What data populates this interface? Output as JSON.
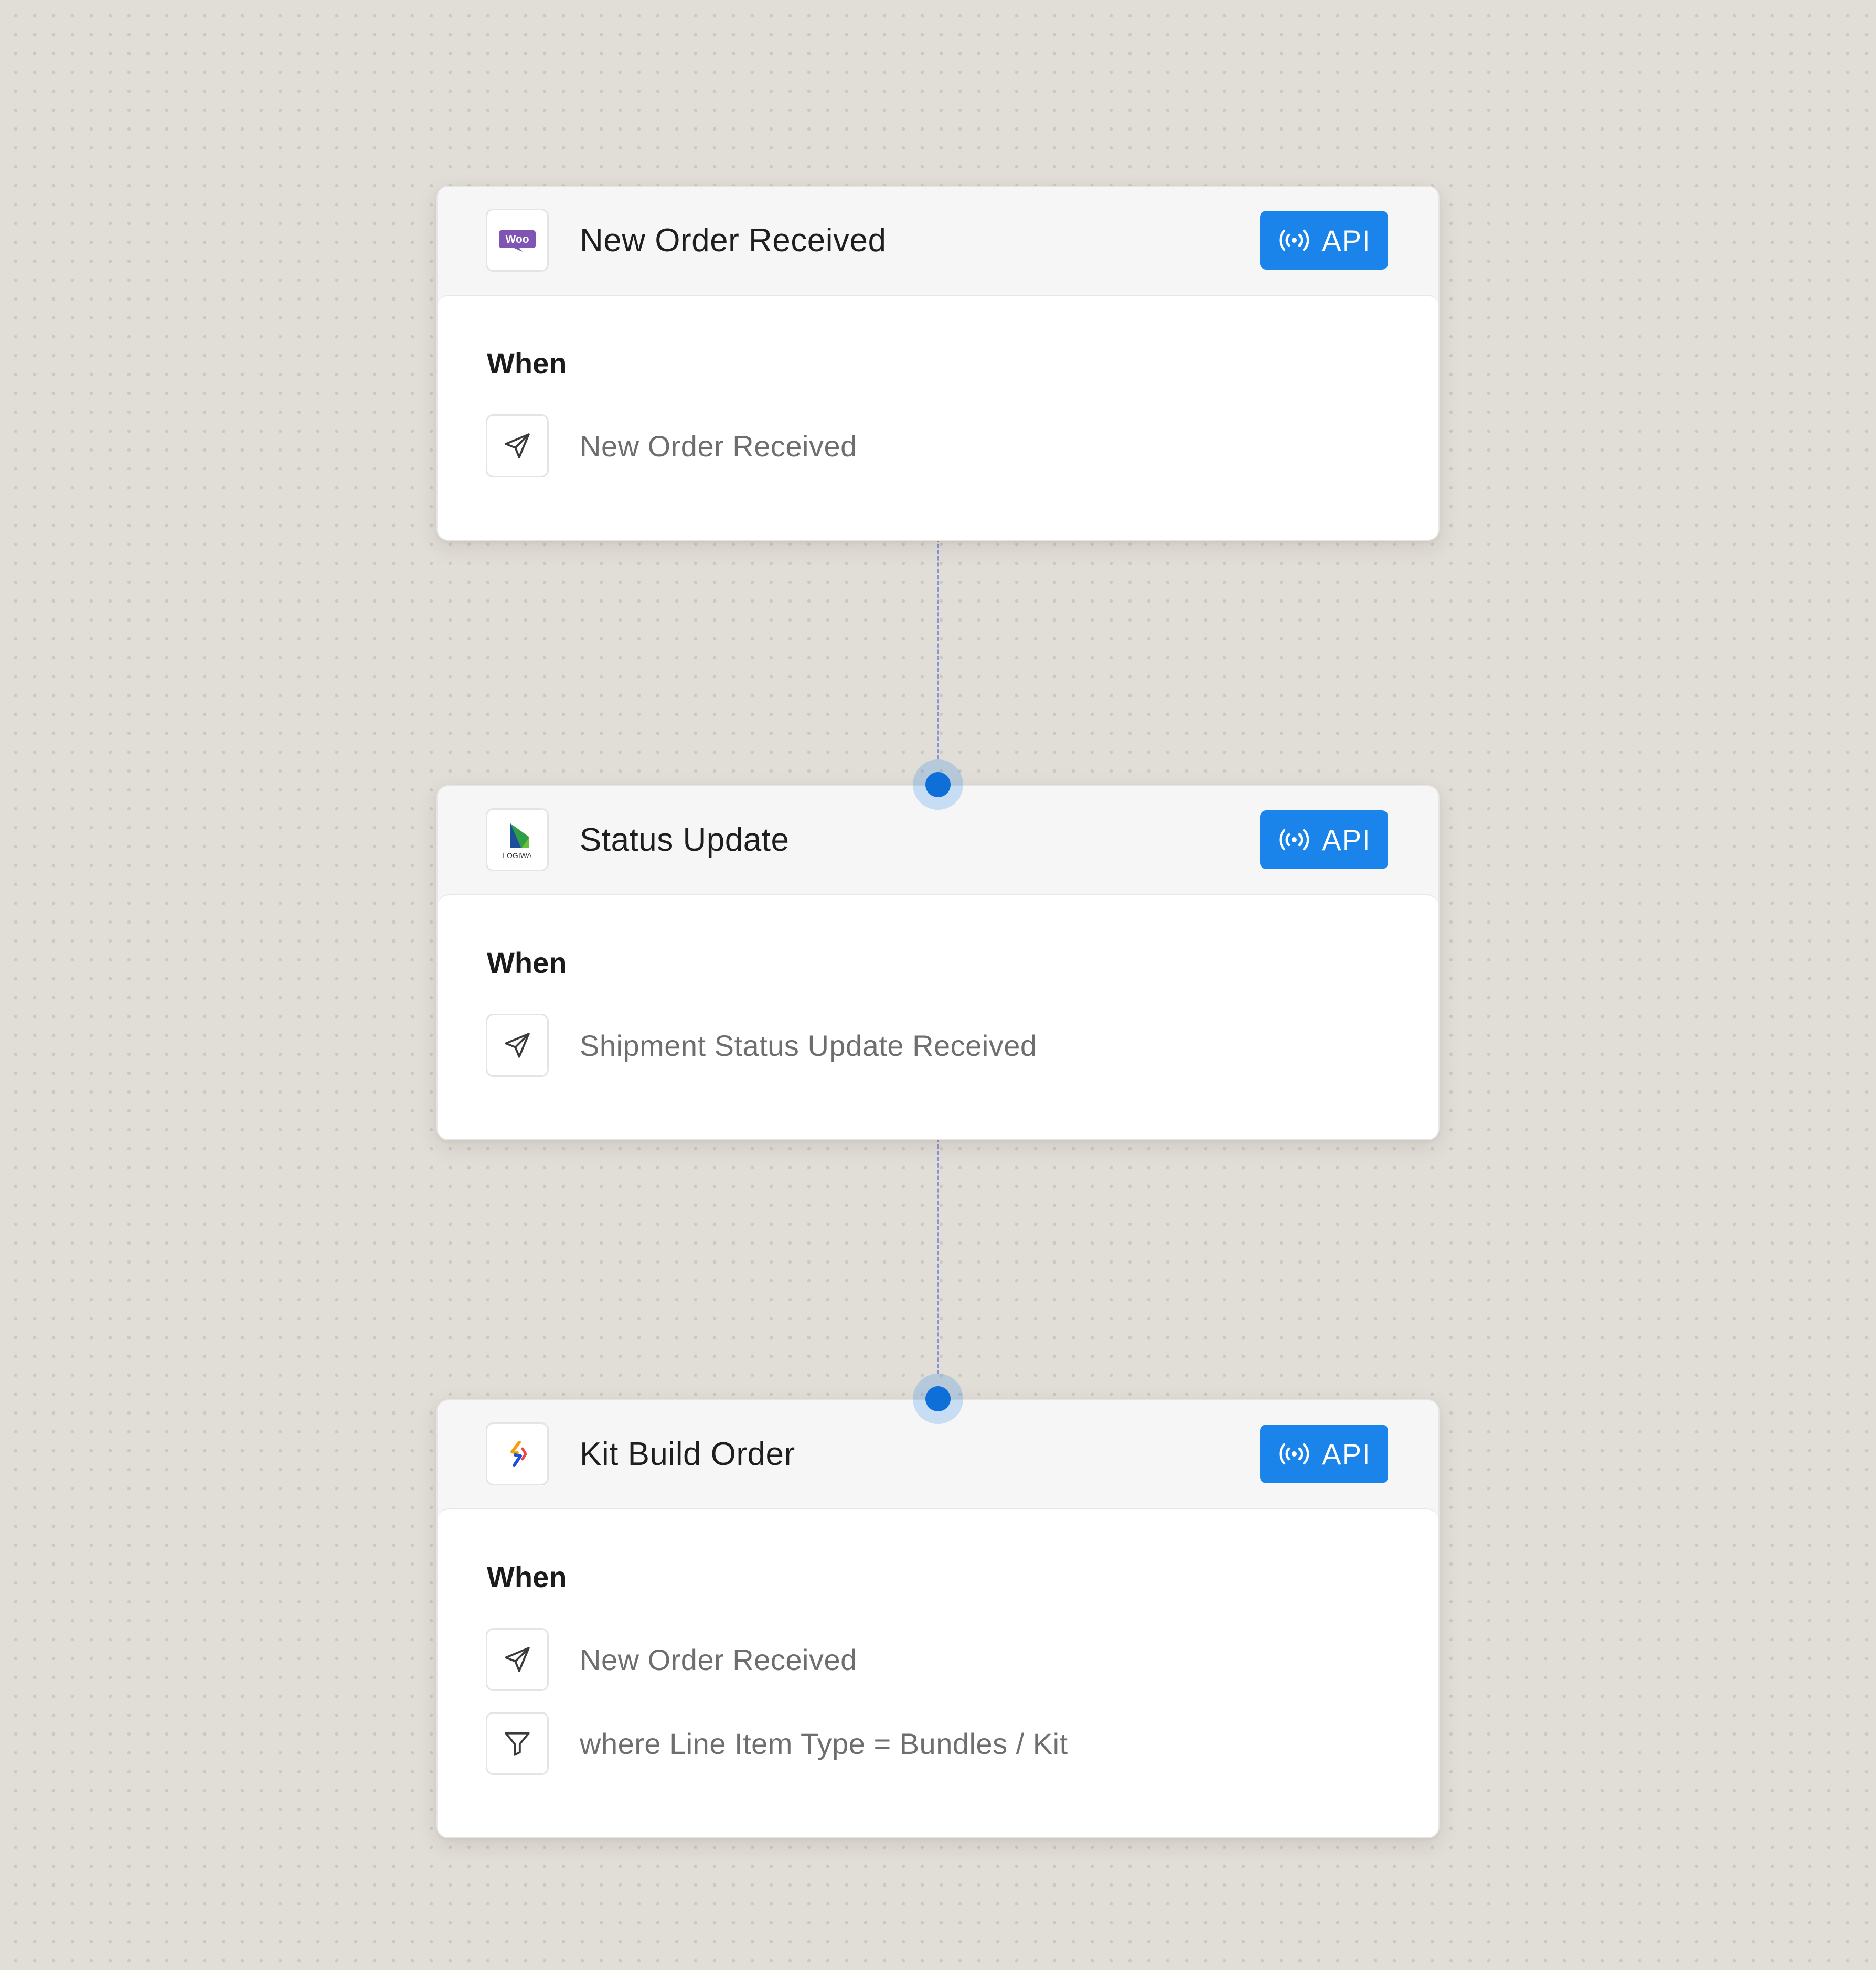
{
  "workflow": {
    "cards": [
      {
        "title": "New Order Received",
        "logo": "woocommerce-logo",
        "logo_text": "Woo",
        "badge": "API",
        "when_label": "When",
        "rows": [
          {
            "icon": "send-icon",
            "text": "New Order Received"
          }
        ]
      },
      {
        "title": "Status Update",
        "logo": "logiwa-logo",
        "logo_text": "LOGIWA",
        "badge": "API",
        "when_label": "When",
        "rows": [
          {
            "icon": "send-icon",
            "text": "Shipment Status Update Received"
          }
        ]
      },
      {
        "title": "Kit Build Order",
        "logo": "kit-app-logo",
        "badge": "API",
        "when_label": "When",
        "rows": [
          {
            "icon": "send-icon",
            "text": "New Order Received"
          },
          {
            "icon": "filter-icon",
            "text": "where Line Item Type = Bundles / Kit"
          }
        ]
      }
    ]
  },
  "colors": {
    "canvas_background": "#e1ddd7",
    "api_badge": "#1b84ea",
    "connector_dot": "#0f6fd8",
    "connector_line": "#8a93d8",
    "woocommerce_purple": "#7f54b3"
  }
}
